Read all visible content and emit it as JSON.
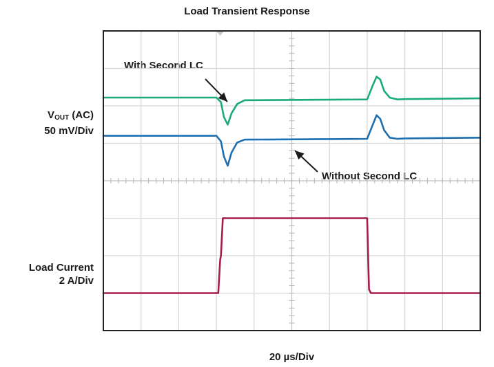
{
  "chart_data": {
    "type": "line",
    "title": "Load Transient Response",
    "xlabel": "20 µs/Div",
    "x_divisions": 10,
    "y_divisions": 8,
    "ylim": [
      0,
      8
    ],
    "xlim": [
      0,
      10
    ],
    "grid": true,
    "channel_labels": [
      {
        "main": "V",
        "sub": "OUT",
        "suffix": "(AC)",
        "scale": "50 mV/Div"
      },
      {
        "main": "Load Current",
        "scale": "2 A/Div"
      }
    ],
    "annotations": [
      {
        "text": "With Second LC",
        "target": "with-second-lc"
      },
      {
        "text": "Without Second LC",
        "target": "without-second-lc"
      }
    ],
    "series": [
      {
        "id": "with-second-lc",
        "color": "#1aab78",
        "x": [
          0,
          3.0,
          3.12,
          3.2,
          3.3,
          3.4,
          3.55,
          3.75,
          4.0,
          7.0,
          7.15,
          7.25,
          7.35,
          7.45,
          7.6,
          7.8,
          8.0,
          10
        ],
        "y": [
          6.22,
          6.22,
          6.1,
          5.7,
          5.5,
          5.8,
          6.05,
          6.15,
          6.15,
          6.17,
          6.55,
          6.78,
          6.7,
          6.4,
          6.22,
          6.17,
          6.18,
          6.2
        ]
      },
      {
        "id": "without-second-lc",
        "color": "#1d6fb0",
        "x": [
          0,
          3.0,
          3.12,
          3.2,
          3.3,
          3.4,
          3.55,
          3.75,
          4.0,
          7.0,
          7.15,
          7.25,
          7.35,
          7.45,
          7.6,
          7.8,
          8.0,
          10
        ],
        "y": [
          5.2,
          5.2,
          5.05,
          4.65,
          4.4,
          4.75,
          5.02,
          5.1,
          5.1,
          5.12,
          5.5,
          5.75,
          5.65,
          5.35,
          5.15,
          5.12,
          5.13,
          5.15
        ]
      },
      {
        "id": "load-current",
        "color": "#a51d4a",
        "x": [
          0,
          3.05,
          3.1,
          3.12,
          3.17,
          7.0,
          7.05,
          7.1,
          10
        ],
        "y": [
          1.0,
          1.0,
          1.9,
          2.0,
          3.0,
          3.0,
          1.1,
          1.0,
          1.0
        ]
      }
    ]
  }
}
